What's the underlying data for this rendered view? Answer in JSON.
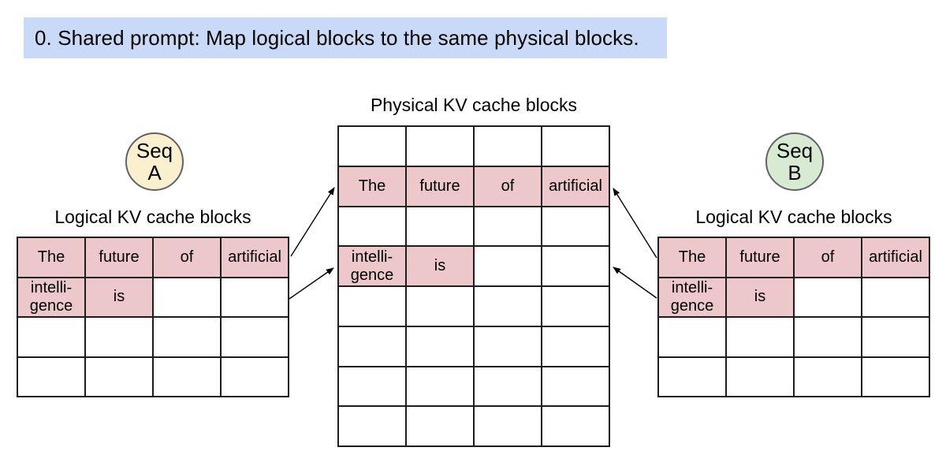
{
  "banner": {
    "text": "0. Shared prompt: Map logical blocks to the same physical blocks."
  },
  "colors": {
    "banner_bg": "#c9daf8",
    "highlight": "#ecc8cb",
    "seq_a_bg": "#fbf0cd",
    "seq_b_bg": "#d9ead3",
    "table_border": "#1d1d1d"
  },
  "physical_table": {
    "title": "Physical KV cache blocks",
    "columns": 4,
    "rows": [
      [
        {
          "text": ""
        },
        {
          "text": ""
        },
        {
          "text": ""
        },
        {
          "text": ""
        }
      ],
      [
        {
          "text": "The",
          "filled": true
        },
        {
          "text": "future",
          "filled": true
        },
        {
          "text": "of",
          "filled": true
        },
        {
          "text": "artificial",
          "filled": true
        }
      ],
      [
        {
          "text": ""
        },
        {
          "text": ""
        },
        {
          "text": ""
        },
        {
          "text": ""
        }
      ],
      [
        {
          "text": "intelli-\ngence",
          "filled": true
        },
        {
          "text": "is",
          "filled": true
        },
        {
          "text": ""
        },
        {
          "text": ""
        }
      ],
      [
        {
          "text": ""
        },
        {
          "text": ""
        },
        {
          "text": ""
        },
        {
          "text": ""
        }
      ],
      [
        {
          "text": ""
        },
        {
          "text": ""
        },
        {
          "text": ""
        },
        {
          "text": ""
        }
      ],
      [
        {
          "text": ""
        },
        {
          "text": ""
        },
        {
          "text": ""
        },
        {
          "text": ""
        }
      ],
      [
        {
          "text": ""
        },
        {
          "text": ""
        },
        {
          "text": ""
        },
        {
          "text": ""
        }
      ]
    ]
  },
  "sequence_a": {
    "badge": "Seq\nA",
    "table_title": "Logical KV cache blocks",
    "table": {
      "columns": 4,
      "rows": [
        [
          {
            "text": "The",
            "filled": true
          },
          {
            "text": "future",
            "filled": true
          },
          {
            "text": "of",
            "filled": true
          },
          {
            "text": "artificial",
            "filled": true
          }
        ],
        [
          {
            "text": "intelli-\ngence",
            "filled": true
          },
          {
            "text": "is",
            "filled": true
          },
          {
            "text": ""
          },
          {
            "text": ""
          }
        ],
        [
          {
            "text": ""
          },
          {
            "text": ""
          },
          {
            "text": ""
          },
          {
            "text": ""
          }
        ],
        [
          {
            "text": ""
          },
          {
            "text": ""
          },
          {
            "text": ""
          },
          {
            "text": ""
          }
        ]
      ]
    }
  },
  "sequence_b": {
    "badge": "Seq\nB",
    "table_title": "Logical KV cache blocks",
    "table": {
      "columns": 4,
      "rows": [
        [
          {
            "text": "The",
            "filled": true
          },
          {
            "text": "future",
            "filled": true
          },
          {
            "text": "of",
            "filled": true
          },
          {
            "text": "artificial",
            "filled": true
          }
        ],
        [
          {
            "text": "intelli-\ngence",
            "filled": true
          },
          {
            "text": "is",
            "filled": true
          },
          {
            "text": ""
          },
          {
            "text": ""
          }
        ],
        [
          {
            "text": ""
          },
          {
            "text": ""
          },
          {
            "text": ""
          },
          {
            "text": ""
          }
        ],
        [
          {
            "text": ""
          },
          {
            "text": ""
          },
          {
            "text": ""
          },
          {
            "text": ""
          }
        ]
      ]
    }
  }
}
